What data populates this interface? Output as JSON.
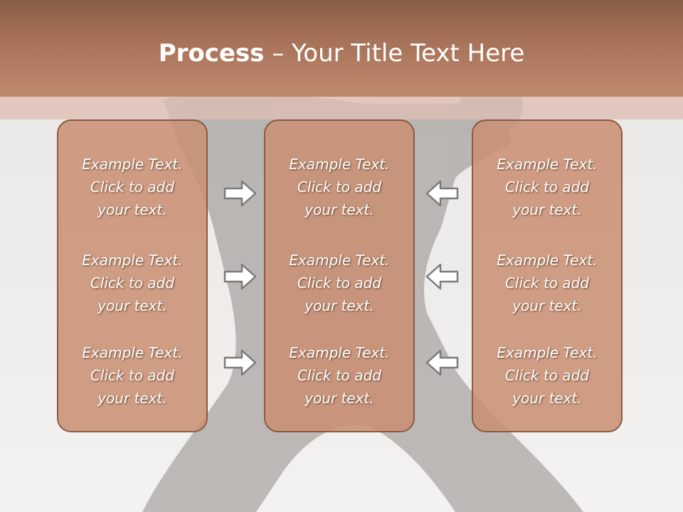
{
  "slide": {
    "title_bold": "Process",
    "title_rest": " – Your Title Text Here"
  },
  "panels": [
    {
      "items": [
        "Example Text.\nClick  to add\nyour text.",
        "Example Text.\nClick  to add\nyour text.",
        "Example Text.\nClick  to add\nyour text."
      ]
    },
    {
      "items": [
        "Example Text.\nClick  to add\nyour text.",
        "Example Text.\nClick  to add\nyour text.",
        "Example Text.\nClick  to add\nyour text."
      ]
    },
    {
      "items": [
        "Example Text.\nClick  to add\nyour text.",
        "Example Text.\nClick  to add\nyour text.",
        "Example Text.\nClick  to add\nyour text."
      ]
    }
  ],
  "icons": {
    "left_arrows": "arrow-right-icon",
    "right_arrows": "arrow-left-icon"
  },
  "colors": {
    "title_bar": "#a8735a",
    "panel_fill": "#c98f72",
    "panel_border": "#8a5a44",
    "text": "#ffffff",
    "arrow_stroke": "#7a7a7a"
  }
}
